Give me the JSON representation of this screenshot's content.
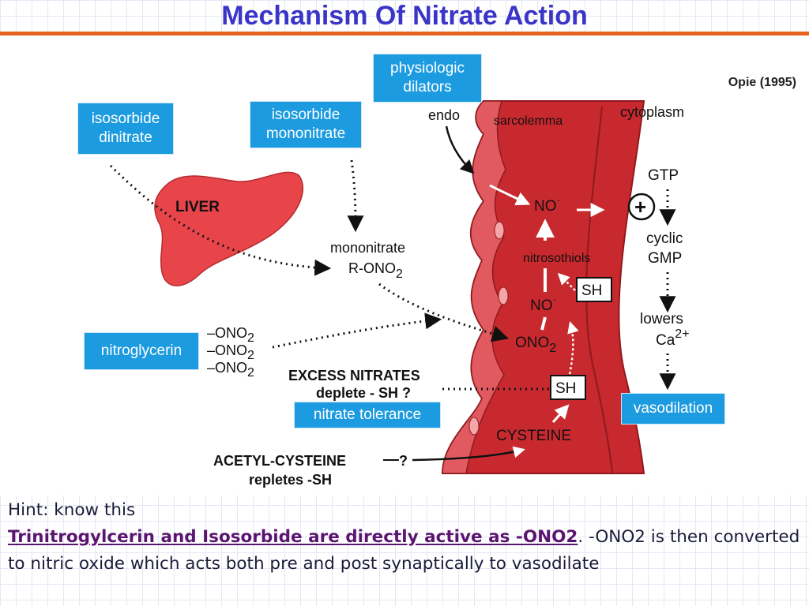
{
  "title": "Mechanism Of Nitrate Action",
  "credit": "Opie (1995)",
  "boxes": {
    "isosorbide_dinitrate": "isosorbide dinitrate",
    "isosorbide_mononitrate": "isosorbide mononitrate",
    "physiologic_dilators": "physiologic dilators",
    "nitroglycerin": "nitroglycerin",
    "nitrate_tolerance": "nitrate tolerance",
    "vasodilation": "vasodilation"
  },
  "labels": {
    "liver": "LIVER",
    "mononitrate": "mononitrate",
    "r_ono2": "R-ONO",
    "subscript_2": "2",
    "ono2_group": "–ONO",
    "excess_nitrates": "EXCESS NITRATES",
    "deplete_sh": "deplete - SH ?",
    "acetyl_cysteine": "ACETYL-CYSTEINE",
    "question": "?",
    "repletes_sh": "repletes -SH",
    "endo": "endo",
    "sarcolemma": "sarcolemma",
    "cytoplasm": "cytoplasm",
    "no_radical": "NO",
    "radical_dot": "·",
    "nitrosothiols": "nitrosothiols",
    "sh": "SH",
    "ono": "ONO",
    "cysteine": "CYSTEINE",
    "gtp": "GTP",
    "plus": "+",
    "cyclic": "cyclic",
    "gmp": "GMP",
    "lowers": "lowers",
    "ca": "Ca",
    "ca_charge": "2+"
  },
  "hint": {
    "line1": "Hint:  know this",
    "key": "Trinitrogylcerin and Isosorbide are directly active as -ONO2",
    "rest": ".    -ONO2 is then converted to nitric oxide which acts both pre and post synaptically to vasodilate"
  },
  "colors": {
    "title": "#3a35c8",
    "rule": "#e8641e",
    "box": "#1c9be0",
    "vessel": "#c8292e",
    "vessel_light": "#e05a5f",
    "liver": "#e8454b"
  }
}
